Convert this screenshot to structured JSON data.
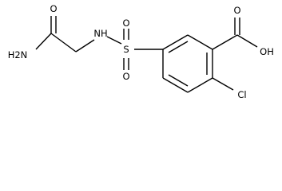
{
  "molecule": {
    "atoms": {
      "amide_oxygen": "O",
      "amine": "H2N",
      "sulfonamide_nitrogen": "NH",
      "sulfur": "S",
      "sulfonyl_oxygen_top": "O",
      "sulfonyl_oxygen_bottom": "O",
      "carbonyl_oxygen": "O",
      "hydroxyl": "OH",
      "chlorine": "Cl"
    }
  }
}
